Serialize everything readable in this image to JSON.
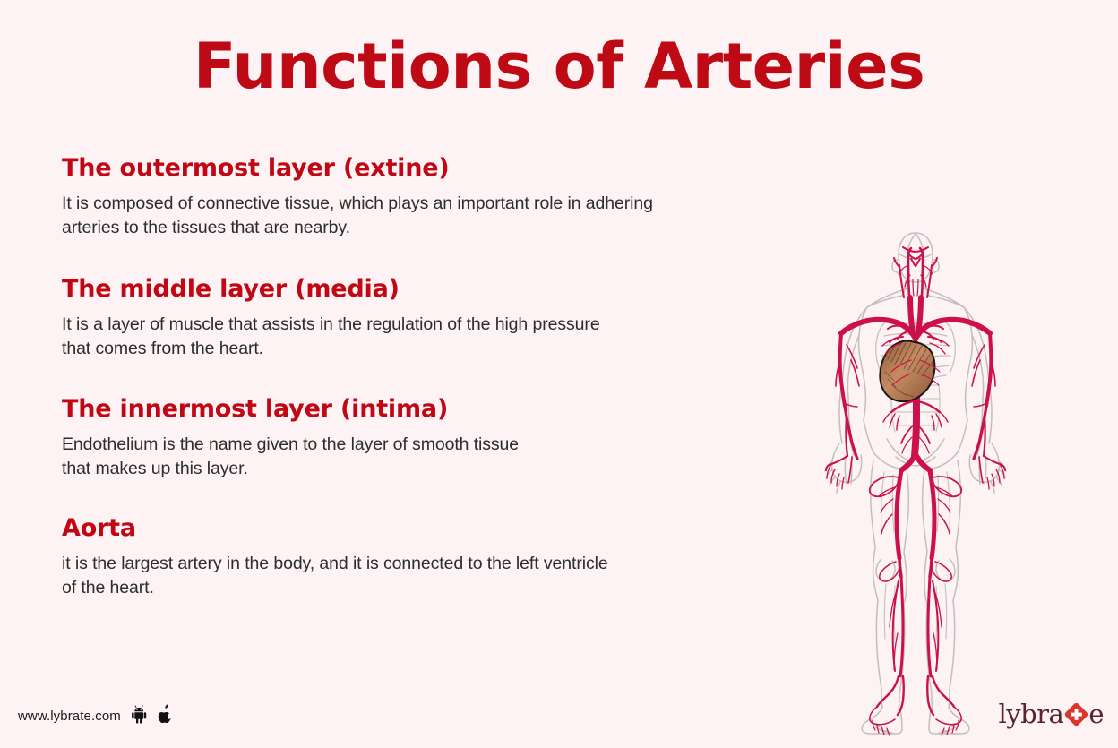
{
  "poster": {
    "title": "Functions of Arteries",
    "background_color": "#fdf2f4",
    "heading_color": "#c00713",
    "body_text_color": "#2d2d2d",
    "artery_color": "#cc1049",
    "body_outline_color": "#bdb9ba",
    "heart_color": "#b07a55"
  },
  "sections": [
    {
      "heading": "The outermost layer (extine)",
      "lines": [
        "It is composed of connective tissue, which plays an important role in adhering",
        "arteries to the tissues that are nearby."
      ]
    },
    {
      "heading": "The middle layer (media)",
      "lines": [
        "It is a layer of muscle that assists in the regulation of the high pressure",
        "that comes from the heart."
      ]
    },
    {
      "heading": "The innermost layer (intima)",
      "lines": [
        "Endothelium is the name given to the layer of smooth tissue",
        "that makes up this layer."
      ]
    },
    {
      "heading": "Aorta",
      "lines": [
        "it is the largest artery in the body, and it is connected to the left ventricle",
        "of the heart."
      ]
    }
  ],
  "footer": {
    "site_url": "www.lybrate.com",
    "android_icon": "android-robot-icon",
    "apple_icon": "apple-logo-icon"
  },
  "logo": {
    "text_before": "lybra",
    "text_after": "e",
    "mark": "red-diamond-plus-icon",
    "mark_color": "#d9372c",
    "text_color": "#5b2330"
  },
  "figure": {
    "name": "human-arterial-system-diagram",
    "description": "Posterior view of a human body outline with the arterial system highlighted and the heart shaded"
  }
}
